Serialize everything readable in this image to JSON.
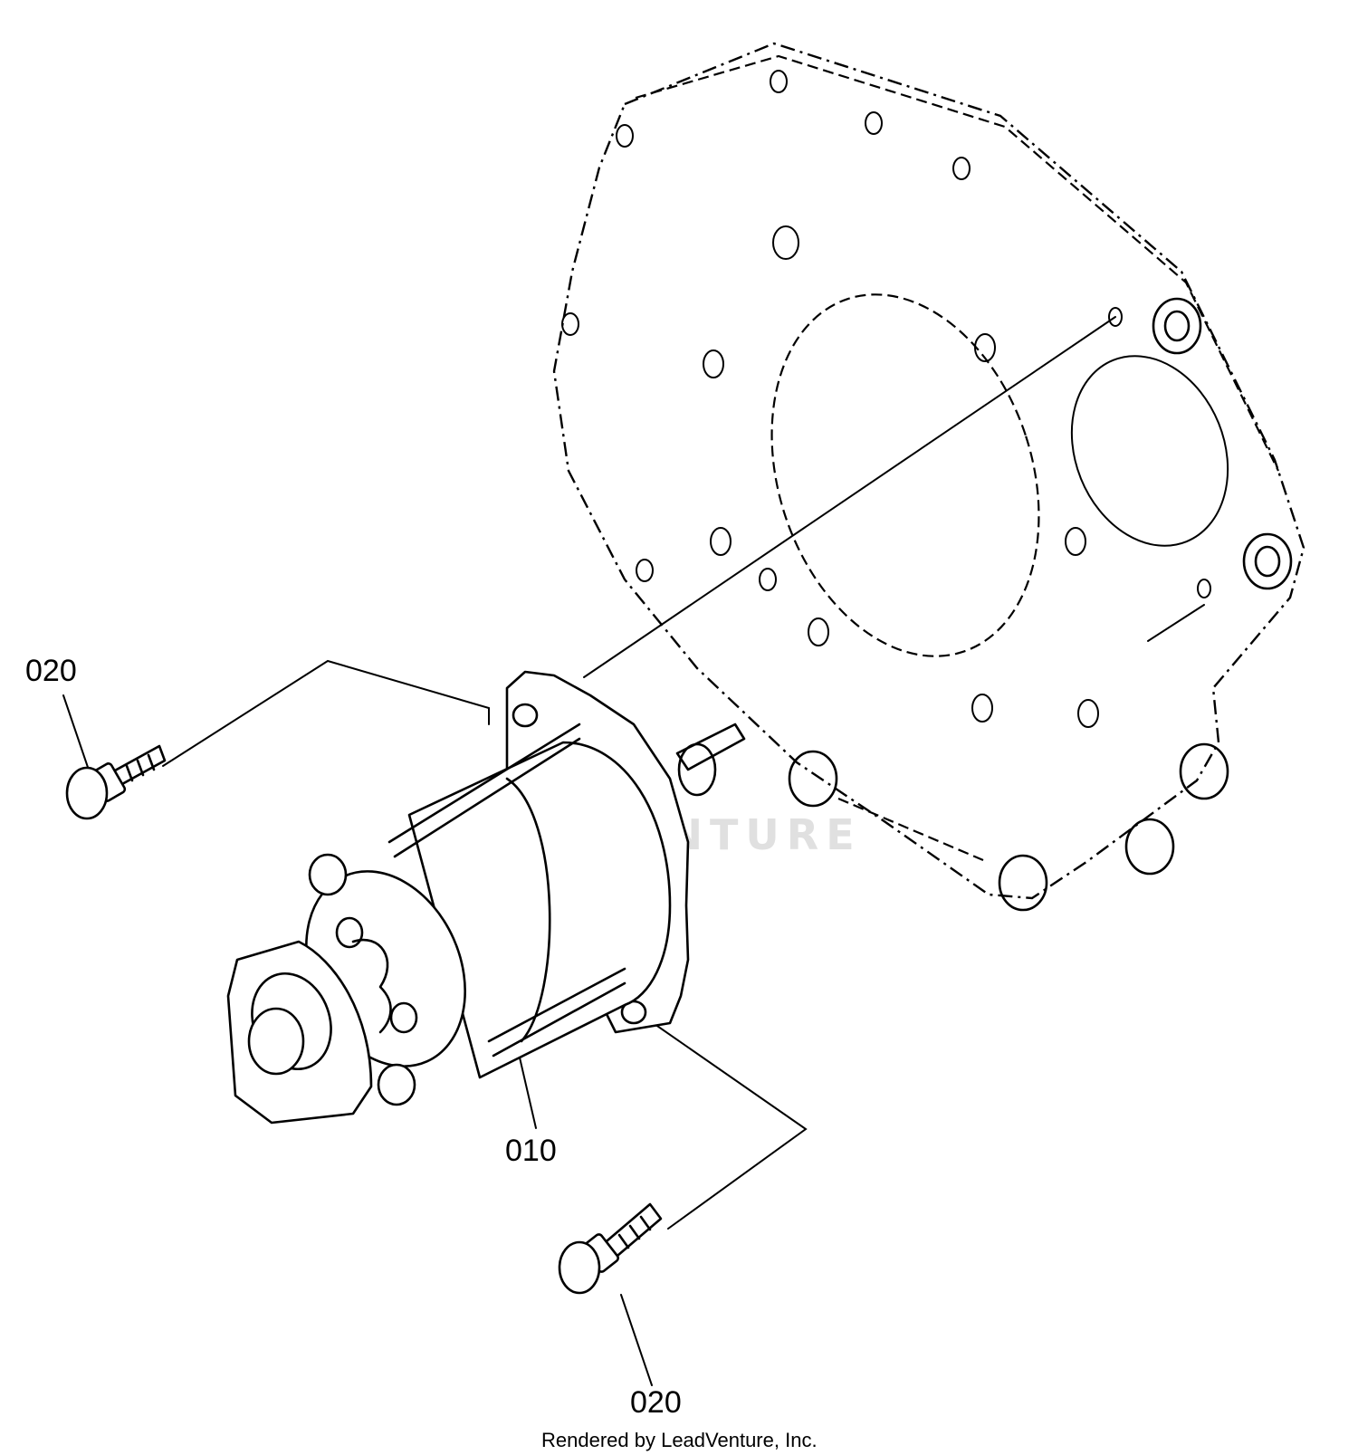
{
  "callouts": {
    "bolt_top": "020",
    "starter": "010",
    "bolt_bottom": "020"
  },
  "watermark": "LEADVENTURE",
  "footer": "Rendered by LeadVenture, Inc.",
  "colors": {
    "line": "#000000",
    "background": "#ffffff",
    "watermark": "#c8c8c8"
  }
}
